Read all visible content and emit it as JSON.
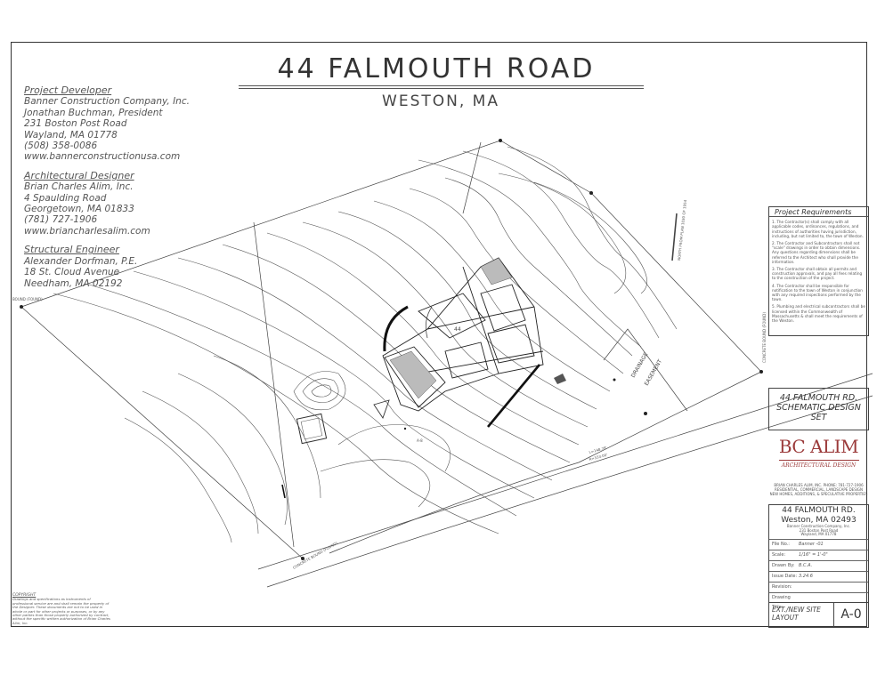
{
  "drawing": {
    "title": "44 FALMOUTH ROAD",
    "subtitle": "WESTON, MA"
  },
  "team": {
    "developer": {
      "heading": "Project Developer",
      "lines": [
        "Banner Construction Company, Inc.",
        "Jonathan Buchman, President",
        "231 Boston Post Road",
        "Wayland, MA 01778",
        "(508) 358-0086",
        "www.bannerconstructionusa.com"
      ]
    },
    "architect": {
      "heading": "Architectural Designer",
      "lines": [
        "Brian Charles Alim, Inc.",
        "4 Spaulding Road",
        "Georgetown, MA 01833",
        "(781) 727-1906",
        "www.briancharlesalim.com"
      ]
    },
    "structural": {
      "heading": "Structural Engineer",
      "lines": [
        "Alexander Dorfman, P.E.",
        "18 St. Cloud Avenue",
        "Needham, MA 02192"
      ]
    }
  },
  "requirements": {
    "heading": "Project Requirements",
    "items": [
      "1. The Contractor(s) shall comply with all applicable codes, ordinances, regulations, and instructions of authorities having jurisdiction, including, but not limited to, the town of Weston.",
      "2. The Contractor and Subcontractors shall not \"scale\" drawings in order to obtain dimensions. Any questions regarding dimensions shall be referred to the Architect who shall provide the information.",
      "3. The Contractor shall obtain all permits and construction approvals, and pay all fees relating to the construction of the project.",
      "4. The Contractor shall be responsible for notification to the town of Weston in conjunction with any required inspections performed by the town.",
      "5. Plumbing and electrical subcontractors shall be licensed within the Commonwealth of Massachusetts & shall meet the requirements of the Weston."
    ]
  },
  "set_box": {
    "lines": [
      "44 FALMOUTH RD.",
      "SCHEMATIC DESIGN",
      "SET"
    ]
  },
  "logo": {
    "mark": "BC ALIM",
    "tagline": "ARCHITECTURAL DESIGN"
  },
  "firm_lines": [
    "BRIAN CHARLES ALIM, INC.   PHONE: 781-727-1906",
    "RESIDENTIAL, COMMERCIAL, LANDSCAPE DESIGN",
    "NEW HOMES, ADDITIONS, & SPECULATIVE PROPERTIES"
  ],
  "title_block": {
    "project": "44 FALMOUTH RD.",
    "town": "Weston, MA 02493",
    "client_lines": [
      "Banner Construction Company, Inc.",
      "231 Boston Post Road",
      "Wayland, MA 01778"
    ],
    "rows": [
      {
        "key": "File No.:",
        "value": "Banner -01"
      },
      {
        "key": "Scale:",
        "value": "1/16\" = 1'-0\""
      },
      {
        "key": "Drawn By:",
        "value": "B.C.A."
      },
      {
        "key": "Issue Date:",
        "value": "3.24.6"
      },
      {
        "key": "Revision:",
        "value": ""
      },
      {
        "key": "Drawing Title:",
        "value": ""
      }
    ],
    "drawing_title": "EXT./NEW SITE LAYOUT",
    "sheet": "A-0"
  },
  "copyright": {
    "heading": "COPYRIGHT",
    "text": "Drawings and specifications as instruments of professional service are and shall remain the property of the Designer. These documents are not to be used in whole or part for other projects or purposes, or by any other parties than those properly authorized by contract, without the specific written authorization of Brian Charles Alim, Inc."
  },
  "site_labels": {
    "house_number": "44",
    "drainage": [
      "DRAINAGE",
      "EASEMENT"
    ],
    "north_note": "NORTH FROM PLAN 1030 OF 1954",
    "marker": "A-8",
    "curve_data": [
      "L=148.78'",
      "R=333.00'"
    ],
    "bounds": [
      "BOUND (FOUND)",
      "CONCRETE BOUND (FOUND)"
    ]
  }
}
